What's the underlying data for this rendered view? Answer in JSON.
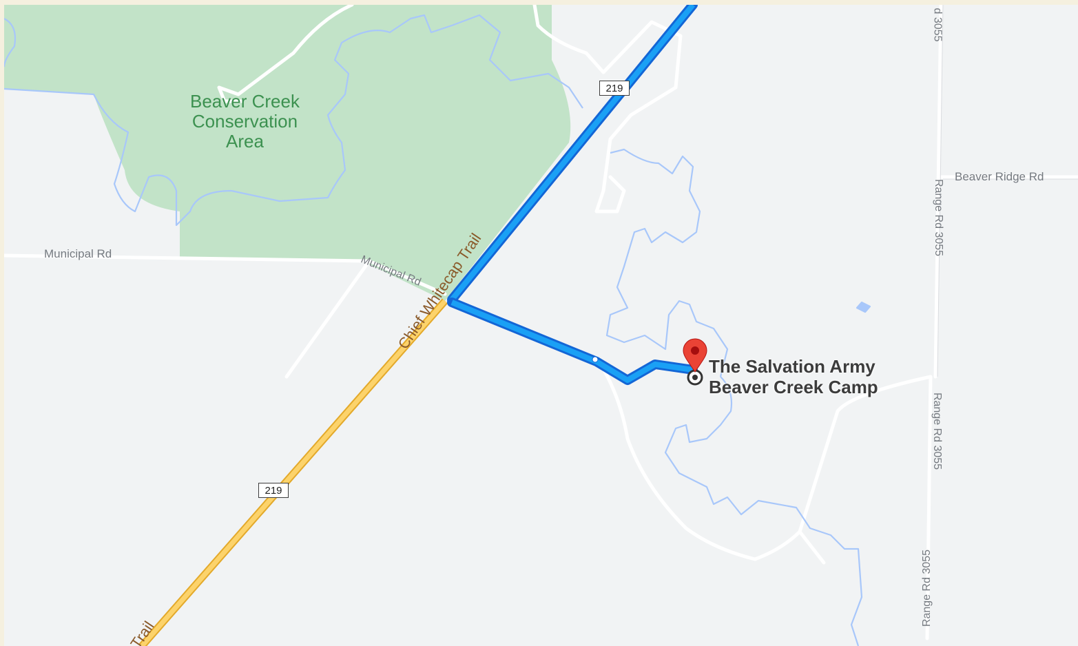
{
  "map": {
    "park": {
      "name_line1": "Beaver Creek",
      "name_line2": "Conservation",
      "name_line3": "Area"
    },
    "roads": {
      "municipal_left": "Municipal Rd",
      "municipal_diag": "Municipal Rd",
      "highway_name": "Chief Whitecap Trail",
      "highway_name_partial": "Trail",
      "beaver_ridge": "Beaver Ridge Rd",
      "range_top": "d 3055",
      "range_mid": "Range Rd 3055",
      "range_low": "Range Rd 3055",
      "range_bottom": "Range Rd 3055"
    },
    "shields": {
      "top": "219",
      "bottom": "219"
    },
    "destination": {
      "line1": "The Salvation Army",
      "line2": "Beaver Creek Camp"
    },
    "colors": {
      "background": "#f1f3f4",
      "park": "#c2e3c8",
      "route": "#1a73e8",
      "route_inner": "#0d96f2",
      "highway": "#f8c040",
      "water": "#a8c7fa",
      "pin": "#ea4335"
    },
    "icons": [
      "location-pin-icon",
      "destination-target-icon",
      "route-waypoint-icon"
    ]
  }
}
